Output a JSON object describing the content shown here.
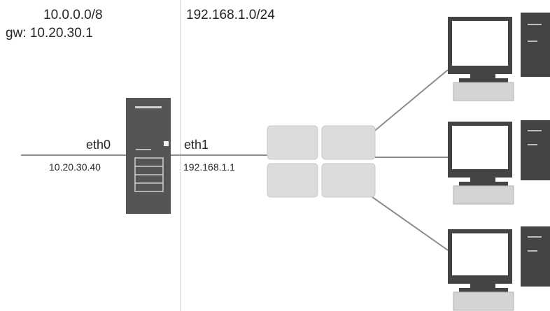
{
  "networks": {
    "external": {
      "cidr": "10.0.0.0/8",
      "gateway": "gw: 10.20.30.1"
    },
    "internal": {
      "cidr": "192.168.1.0/24"
    }
  },
  "router": {
    "eth0": {
      "name": "eth0",
      "ip": "10.20.30.40"
    },
    "eth1": {
      "name": "eth1",
      "ip": "192.168.1.1"
    }
  },
  "clients": [
    {
      "id": "workstation-1"
    },
    {
      "id": "workstation-2"
    },
    {
      "id": "workstation-3"
    }
  ],
  "colors": {
    "line": "#8c8c8c",
    "divider": "#e6e6e6",
    "server": "#555555",
    "switch": "#dcdcdc",
    "monitor": "#444444",
    "keyboard": "#d4d4d4"
  }
}
